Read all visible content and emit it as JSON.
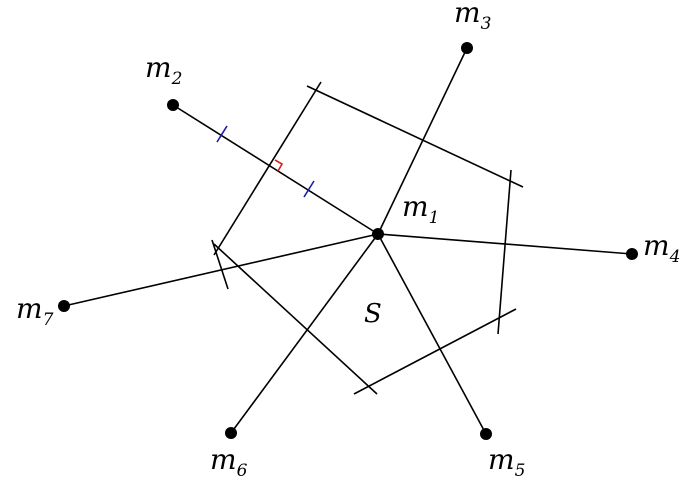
{
  "labels": {
    "m1": {
      "base": "m",
      "sub": "1"
    },
    "m2": {
      "base": "m",
      "sub": "2"
    },
    "m3": {
      "base": "m",
      "sub": "3"
    },
    "m4": {
      "base": "m",
      "sub": "4"
    },
    "m5": {
      "base": "m",
      "sub": "5"
    },
    "m6": {
      "base": "m",
      "sub": "6"
    },
    "m7": {
      "base": "m",
      "sub": "7"
    },
    "region": "S"
  },
  "colors": {
    "line": "#000000",
    "tick_marks": "#1a1aa8",
    "right_angle_marker": "#d42020"
  }
}
